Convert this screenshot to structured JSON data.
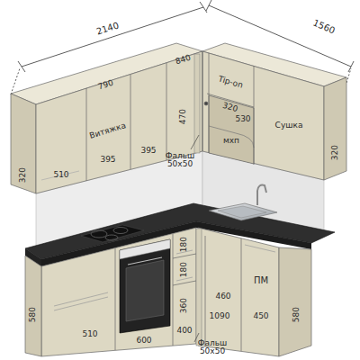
{
  "diagram": {
    "labels": [
      "2140",
      "1560",
      "840",
      "790",
      "Tip-on",
      "530",
      "Витяжка",
      "320",
      "мхп",
      "Сушка",
      "470",
      "Фальш 50x50",
      "395",
      "395",
      "510",
      "320",
      "320",
      "180",
      "180",
      "360",
      "400",
      "600",
      "510",
      "580",
      "460",
      "1090",
      "450",
      "ПМ",
      "580",
      "Фальш 50x50"
    ]
  }
}
